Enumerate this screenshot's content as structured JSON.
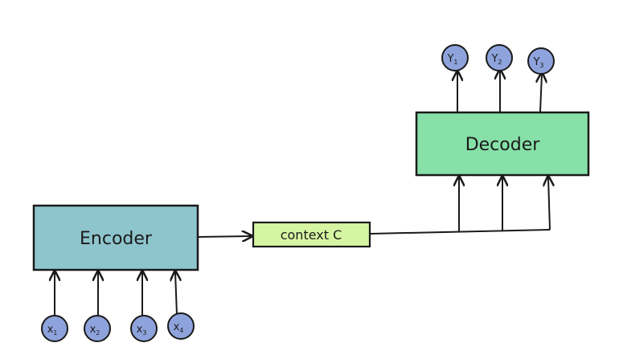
{
  "encoder": {
    "label": "Encoder",
    "fill": "#8ec5cd"
  },
  "decoder": {
    "label": "Decoder",
    "fill": "#86e0a8"
  },
  "context": {
    "label": "context C",
    "fill": "#d6f5a3"
  },
  "inputs": [
    {
      "letter": "x",
      "sub": "1"
    },
    {
      "letter": "x",
      "sub": "2"
    },
    {
      "letter": "x",
      "sub": "3"
    },
    {
      "letter": "x",
      "sub": "4"
    }
  ],
  "outputs": [
    {
      "letter": "Y",
      "sub": "1"
    },
    {
      "letter": "Y",
      "sub": "2"
    },
    {
      "letter": "Y",
      "sub": "3"
    }
  ],
  "node_fill": "#8ea3dc",
  "stroke": "#1a1a1a"
}
